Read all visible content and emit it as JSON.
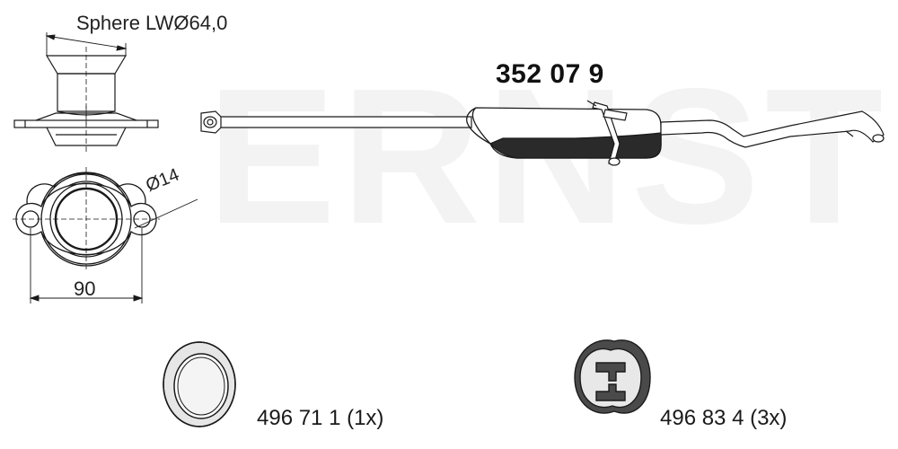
{
  "brand": {
    "watermark": "ERNST"
  },
  "part": {
    "number": "352 07 9"
  },
  "flange": {
    "sphere_label": "Sphere LWØ64,0",
    "hole_label": "Ø14",
    "width_label": "90"
  },
  "accessories": [
    {
      "label": "496 71 1 (1x)",
      "icon": "sealing-ring-icon"
    },
    {
      "label": "496 83 4  (3x)",
      "icon": "rubber-hanger-icon"
    }
  ],
  "colors": {
    "line": "#1a1a1a",
    "watermark": "#f3f3f3",
    "shade": "#2a2a2a"
  }
}
